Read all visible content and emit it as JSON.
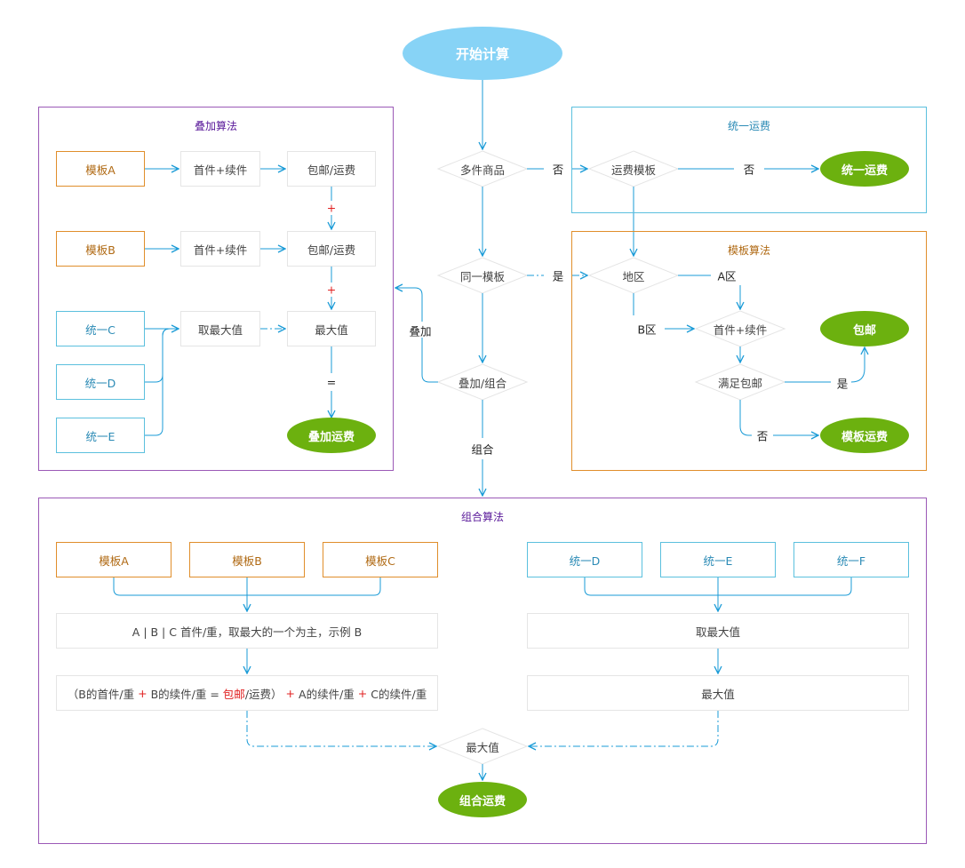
{
  "start": "开始计算",
  "decisions": {
    "multi": "多件商品",
    "same_template": "同一模板",
    "stack_combo": "叠加/组合",
    "ship_template": "运费模板",
    "region": "地区",
    "first_cont": "首件+续件",
    "free_check": "满足包邮",
    "max_value": "最大值"
  },
  "edge_labels": {
    "no1": "否",
    "no2": "否",
    "yes1": "是",
    "stack": "叠加",
    "combo": "组合",
    "zone_a": "A区",
    "zone_b": "B区",
    "yes2": "是",
    "no3": "否"
  },
  "stack_panel": {
    "title": "叠加算法",
    "tpl_a": "模板A",
    "tpl_b": "模板B",
    "fc1": "首件+续件",
    "fc2": "首件+续件",
    "pk1": "包邮/运费",
    "pk2": "包邮/运费",
    "plus1": "+",
    "plus2": "+",
    "eq": "=",
    "uni_c": "统一C",
    "uni_d": "统一D",
    "uni_e": "统一E",
    "take_max": "取最大值",
    "max": "最大值",
    "result": "叠加运费"
  },
  "uniform_panel": {
    "title": "统一运费",
    "result": "统一运费"
  },
  "template_panel": {
    "title": "模板算法",
    "free": "包邮",
    "result": "模板运费"
  },
  "combo_panel": {
    "title": "组合算法",
    "tpl_a": "模板A",
    "tpl_b": "模板B",
    "tpl_c": "模板C",
    "uni_d": "统一D",
    "uni_e": "统一E",
    "uni_f": "统一F",
    "rule": "A | B | C 首件/重，取最大的一个为主，示例 B",
    "formula": {
      "p1": "（B的首件/重",
      "op1": "+",
      "p2": "B的续件/重 =",
      "free": "包邮",
      "p3": "/运费）",
      "op2": "+",
      "p4": "A的续件/重",
      "op3": "+",
      "p5": "C的续件/重"
    },
    "take_max": "取最大值",
    "max": "最大值",
    "result": "组合运费"
  },
  "colors": {
    "line": "#1a9bd7",
    "diamond": "#e5e5e5",
    "green": "#6cb10f",
    "start": "#87d3f6",
    "purple_title": "#5a1a9a",
    "blue_title": "#2a8ab5",
    "orange_title": "#b06a14"
  }
}
